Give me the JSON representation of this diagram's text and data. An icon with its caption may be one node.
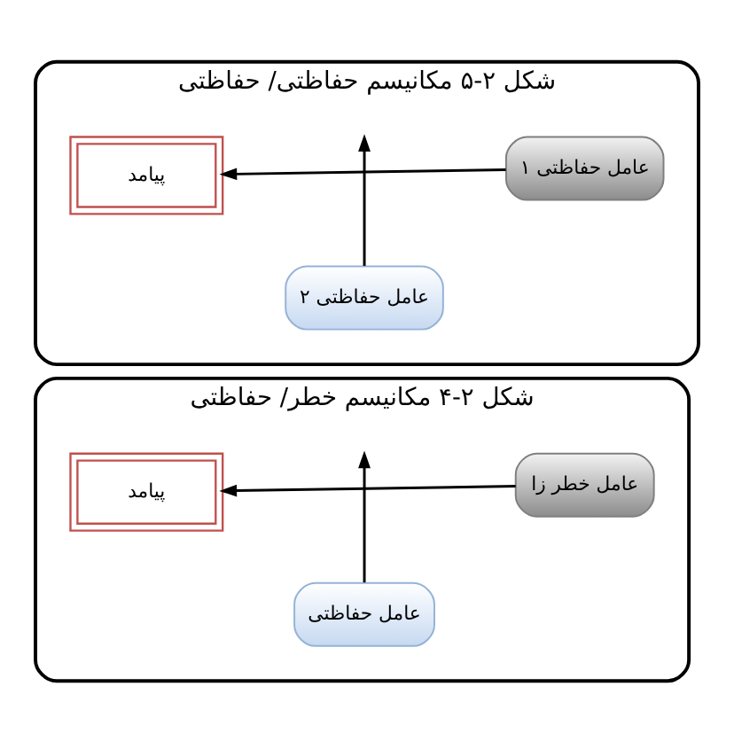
{
  "diagram": {
    "nodes": [
      {
        "text": [
          "شکل ۲-۴ مکانیسم خطر/ حفاظتی"
        ]
      },
      {
        "text": [
          "پیامد"
        ],
        "in": 0
      },
      {
        "text": [
          "عامل خطر زا"
        ],
        "in": 0
      },
      {
        "text": [
          "عامل حفاظتی"
        ],
        "in": 0
      },
      {
        "text": [
          "شکل ۲-۵ مکانیسم حفاظتی/ حفاظتی"
        ]
      },
      {
        "text": [
          "پیامد"
        ],
        "in": 4
      },
      {
        "text": [
          "عامل حفاظتی ۱"
        ],
        "in": 4
      },
      {
        "text": [
          "عامل حفاظتی ۲"
        ],
        "in": 4
      }
    ],
    "edges": [
      {
        "from": 2,
        "to": 1,
        "arrow": "to"
      },
      {
        "from": 3,
        "to": null,
        "arrow": "to"
      },
      {
        "from": 6,
        "to": 5,
        "arrow": "to"
      },
      {
        "from": 7,
        "to": null,
        "arrow": "to"
      }
    ]
  }
}
